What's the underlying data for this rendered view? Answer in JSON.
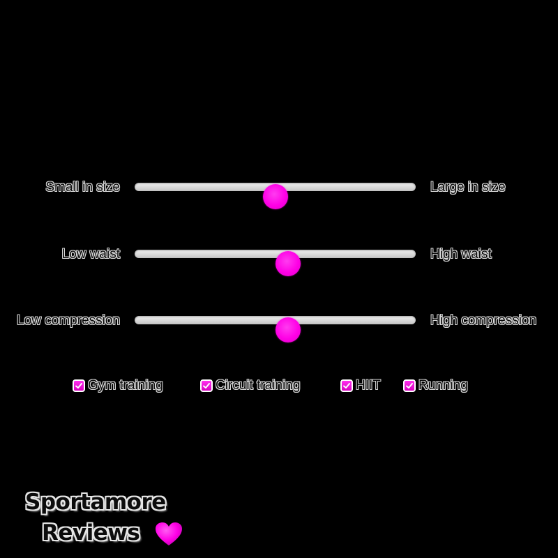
{
  "sliders": [
    {
      "left_label": "Small in size",
      "right_label": "Large in size",
      "value": 0.5
    },
    {
      "left_label": "Low waist",
      "right_label": "High waist",
      "value": 0.545
    },
    {
      "left_label": "Low compression",
      "right_label": "High compression",
      "value": 0.545
    }
  ],
  "activities": [
    {
      "label": "Gym training",
      "checked": true
    },
    {
      "label": "Circuit training",
      "checked": true
    },
    {
      "label": "HIIT",
      "checked": true
    },
    {
      "label": "Running",
      "checked": true
    }
  ],
  "brand": {
    "line1": "Sportamore",
    "line2": "Reviews",
    "icon": "heart-icon"
  },
  "colors": {
    "accent": "#ff00e6",
    "background": "#000000",
    "track": "#d9d9d9"
  }
}
